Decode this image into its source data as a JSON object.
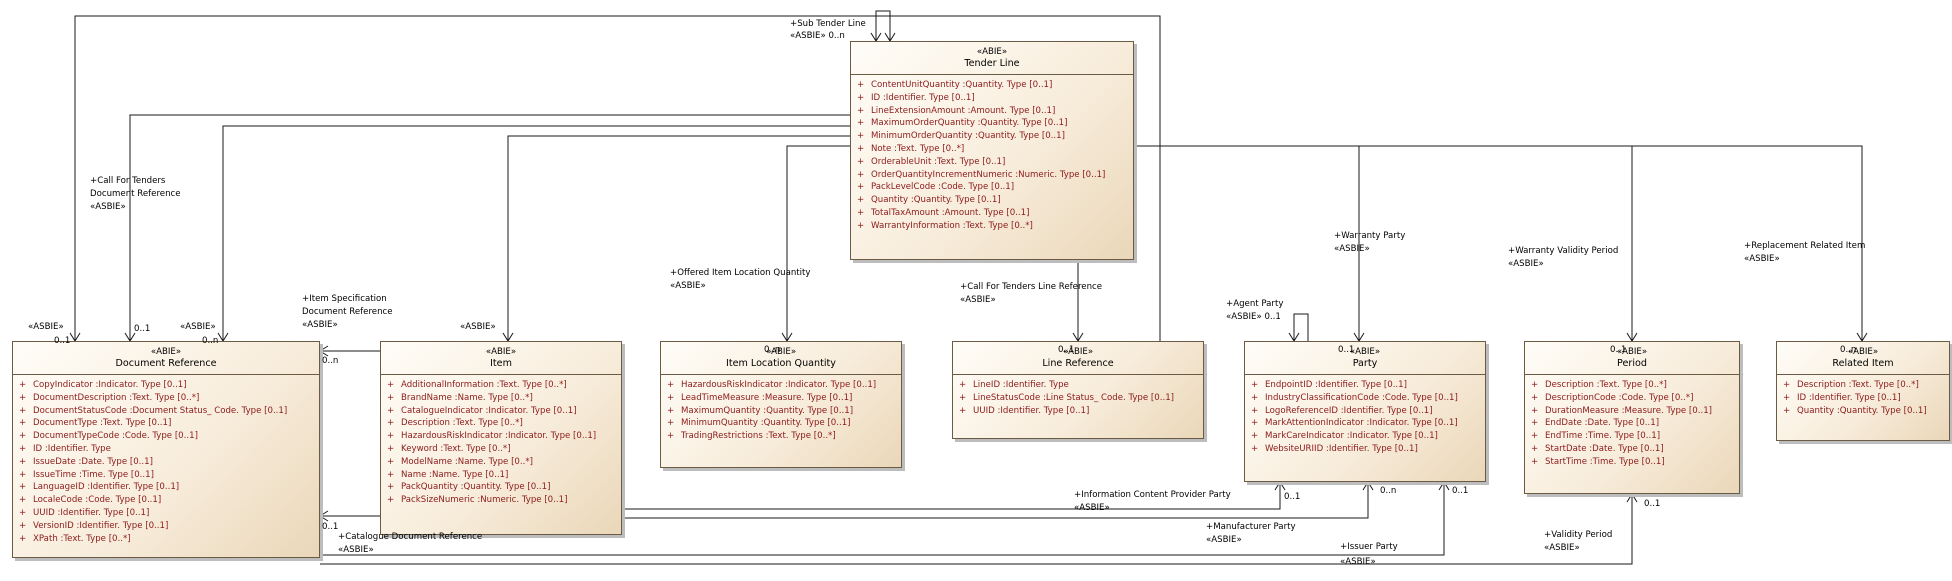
{
  "classes": {
    "tender_line": {
      "stereotype": "«ABIE»",
      "name": "Tender Line",
      "attributes": [
        "ContentUnitQuantity  :Quantity. Type [0..1]",
        "ID  :Identifier. Type [0..1]",
        "LineExtensionAmount  :Amount. Type [0..1]",
        "MaximumOrderQuantity  :Quantity. Type [0..1]",
        "MinimumOrderQuantity  :Quantity. Type [0..1]",
        "Note  :Text. Type [0..*]",
        "OrderableUnit  :Text. Type [0..1]",
        "OrderQuantityIncrementNumeric  :Numeric. Type [0..1]",
        "PackLevelCode  :Code. Type [0..1]",
        "Quantity  :Quantity. Type [0..1]",
        "TotalTaxAmount  :Amount. Type [0..1]",
        "WarrantyInformation  :Text. Type [0..*]"
      ]
    },
    "document_reference": {
      "stereotype": "«ABIE»",
      "name": "Document Reference",
      "attributes": [
        "CopyIndicator  :Indicator. Type [0..1]",
        "DocumentDescription  :Text. Type [0..*]",
        "DocumentStatusCode  :Document Status_ Code. Type [0..1]",
        "DocumentType  :Text. Type [0..1]",
        "DocumentTypeCode  :Code. Type [0..1]",
        "ID  :Identifier. Type",
        "IssueDate  :Date. Type [0..1]",
        "IssueTime  :Time. Type [0..1]",
        "LanguageID  :Identifier. Type [0..1]",
        "LocaleCode  :Code. Type [0..1]",
        "UUID  :Identifier. Type [0..1]",
        "VersionID  :Identifier. Type [0..1]",
        "XPath  :Text. Type [0..*]"
      ]
    },
    "item": {
      "stereotype": "«ABIE»",
      "name": "Item",
      "attributes": [
        "AdditionalInformation  :Text. Type [0..*]",
        "BrandName  :Name. Type [0..*]",
        "CatalogueIndicator  :Indicator. Type [0..1]",
        "Description  :Text. Type [0..*]",
        "HazardousRiskIndicator  :Indicator. Type [0..1]",
        "Keyword  :Text. Type [0..*]",
        "ModelName  :Name. Type [0..*]",
        "Name  :Name. Type [0..1]",
        "PackQuantity  :Quantity. Type [0..1]",
        "PackSizeNumeric  :Numeric. Type [0..1]"
      ]
    },
    "item_location_quantity": {
      "stereotype": "«ABIE»",
      "name": "Item Location Quantity",
      "attributes": [
        "HazardousRiskIndicator  :Indicator. Type [0..1]",
        "LeadTimeMeasure  :Measure. Type [0..1]",
        "MaximumQuantity  :Quantity. Type [0..1]",
        "MinimumQuantity  :Quantity. Type [0..1]",
        "TradingRestrictions  :Text. Type [0..*]"
      ]
    },
    "line_reference": {
      "stereotype": "«ABIE»",
      "name": "Line Reference",
      "attributes": [
        "LineID  :Identifier. Type",
        "LineStatusCode  :Line Status_ Code. Type [0..1]",
        "UUID  :Identifier. Type [0..1]"
      ]
    },
    "party": {
      "stereotype": "«ABIE»",
      "name": "Party",
      "attributes": [
        "EndpointID  :Identifier. Type [0..1]",
        "IndustryClassificationCode  :Code. Type [0..1]",
        "LogoReferenceID  :Identifier. Type [0..1]",
        "MarkAttentionIndicator  :Indicator. Type [0..1]",
        "MarkCareIndicator  :Indicator. Type [0..1]",
        "WebsiteURIID  :Identifier. Type [0..1]"
      ]
    },
    "period": {
      "stereotype": "«ABIE»",
      "name": "Period",
      "attributes": [
        "Description  :Text. Type [0..*]",
        "DescriptionCode  :Code. Type [0..*]",
        "DurationMeasure  :Measure. Type [0..1]",
        "EndDate  :Date. Type [0..1]",
        "EndTime  :Time. Type [0..1]",
        "StartDate  :Date. Type [0..1]",
        "StartTime  :Time. Type [0..1]"
      ]
    },
    "related_item": {
      "stereotype": "«ABIE»",
      "name": "Related Item",
      "attributes": [
        "Description  :Text. Type [0..*]",
        "ID  :Identifier. Type [0..1]",
        "Quantity  :Quantity. Type [0..1]"
      ]
    }
  },
  "labels": {
    "sub_tender_line": "+Sub Tender Line",
    "sub_tender_line_st": "«ASBIE» 0..n",
    "call_for_tenders_doc_ref_1": "+Call For Tenders",
    "call_for_tenders_doc_ref_2": "Document Reference",
    "call_for_tenders_doc_ref_st": "«ASBIE»",
    "item_spec_doc_ref_1": "+Item Specification",
    "item_spec_doc_ref_2": "Document Reference",
    "item_spec_doc_ref_st": "«ASBIE»",
    "offered_item_location_quantity": "+Offered Item Location Quantity",
    "offered_item_location_quantity_st": "«ASBIE»",
    "call_for_tenders_line_ref": "+Call For Tenders Line Reference",
    "call_for_tenders_line_ref_st": "«ASBIE»",
    "warranty_party": "+Warranty Party",
    "warranty_party_st": "«ASBIE»",
    "agent_party": "+Agent Party",
    "agent_party_st": "«ASBIE» 0..1",
    "warranty_validity_period": "+Warranty Validity Period",
    "warranty_validity_period_st": "«ASBIE»",
    "replacement_related_item": "+Replacement Related Item",
    "replacement_related_item_st": "«ASBIE»",
    "asbie_left_1": "«ASBIE»",
    "mult_left_1": "0..1",
    "mult_left_2": "0..1",
    "asbie_left_2": "«ASBIE»",
    "mult_left_3": "0..n",
    "asbie_item": "«ASBIE»",
    "mult_item_in": "0..n",
    "info_content_provider": "+Information Content Provider Party",
    "info_content_provider_st": "«ASBIE»",
    "mult_info": "0..1",
    "manufacturer_party": "+Manufacturer Party",
    "manufacturer_party_st": "«ASBIE»",
    "mult_manufacturer": "0..n",
    "catalogue_doc_ref": "+Catalogue Document Reference",
    "catalogue_doc_ref_st": "«ASBIE»",
    "mult_catalogue": "0..1",
    "issuer_party": "+Issuer Party",
    "issuer_party_st": "«ASBIE»",
    "mult_issuer": "0..1",
    "validity_period": "+Validity Period",
    "validity_period_st": "«ASBIE»",
    "mult_validity": "0..1",
    "mult_ilq": "0..n",
    "mult_lr": "0..1",
    "mult_party": "0..1",
    "mult_period": "0..1",
    "mult_ri": "0..n"
  },
  "colors": {
    "attribute": "#8b1a1a",
    "border": "#6b5a44",
    "line": "#1a1a1a"
  }
}
